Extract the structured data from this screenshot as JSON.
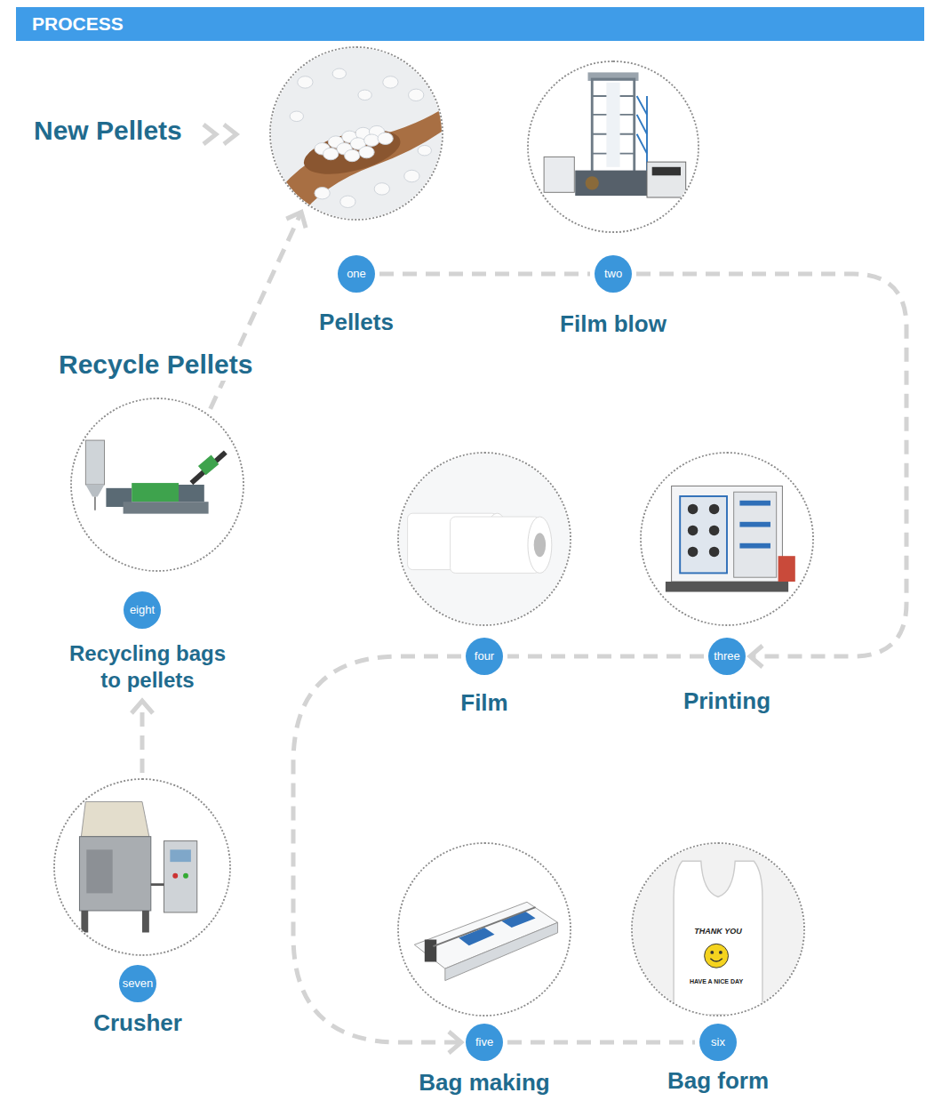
{
  "diagram": {
    "title": "PROCESS",
    "nodes": [
      {
        "text": [
          "one",
          "Pellets"
        ]
      },
      {
        "text": [
          "two",
          "Film blow"
        ]
      },
      {
        "text": [
          "three",
          "Printing"
        ]
      },
      {
        "text": [
          "four",
          "Film"
        ]
      },
      {
        "text": [
          "five",
          "Bag making"
        ]
      },
      {
        "text": [
          "six",
          "Bag form"
        ]
      },
      {
        "text": [
          "seven",
          "Crusher"
        ]
      },
      {
        "text": [
          "eight",
          "Recycling bags to pellets"
        ]
      }
    ],
    "edges": [
      {
        "from": 0,
        "to": 1,
        "arrow": "none"
      },
      {
        "from": 1,
        "to": 2,
        "arrow": "to"
      },
      {
        "from": 2,
        "to": 3,
        "arrow": "none"
      },
      {
        "from": 3,
        "to": 4,
        "arrow": "to"
      },
      {
        "from": 4,
        "to": 5,
        "arrow": "none"
      },
      {
        "from": 6,
        "to": 7,
        "arrow": "to"
      },
      {
        "from": 7,
        "to": 0,
        "arrow": "to"
      }
    ],
    "labels": [
      "New Pellets",
      "Recycle Pellets",
      "THANK YOU",
      "HAVE A NICE DAY"
    ]
  }
}
